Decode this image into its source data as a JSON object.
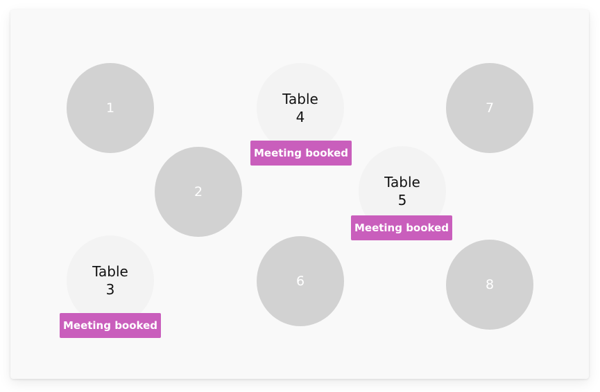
{
  "floor": {
    "tables": [
      {
        "id": "1",
        "label": "1"
      },
      {
        "id": "2",
        "label": "2"
      },
      {
        "id": "6",
        "label": "6"
      },
      {
        "id": "7",
        "label": "7"
      },
      {
        "id": "8",
        "label": "8"
      },
      {
        "id": "3",
        "title": "Table",
        "number": "3",
        "badge": "Meeting booked"
      },
      {
        "id": "4",
        "title": "Table",
        "number": "4",
        "badge": "Meeting booked"
      },
      {
        "id": "5",
        "title": "Table",
        "number": "5",
        "badge": "Meeting booked"
      }
    ]
  },
  "colors": {
    "panel_background": "#f9f9f9",
    "unbooked_table": "#d2d2d2",
    "booked_table": "#f3f3f3",
    "badge": "#c95ebc",
    "badge_text": "#ffffff"
  }
}
